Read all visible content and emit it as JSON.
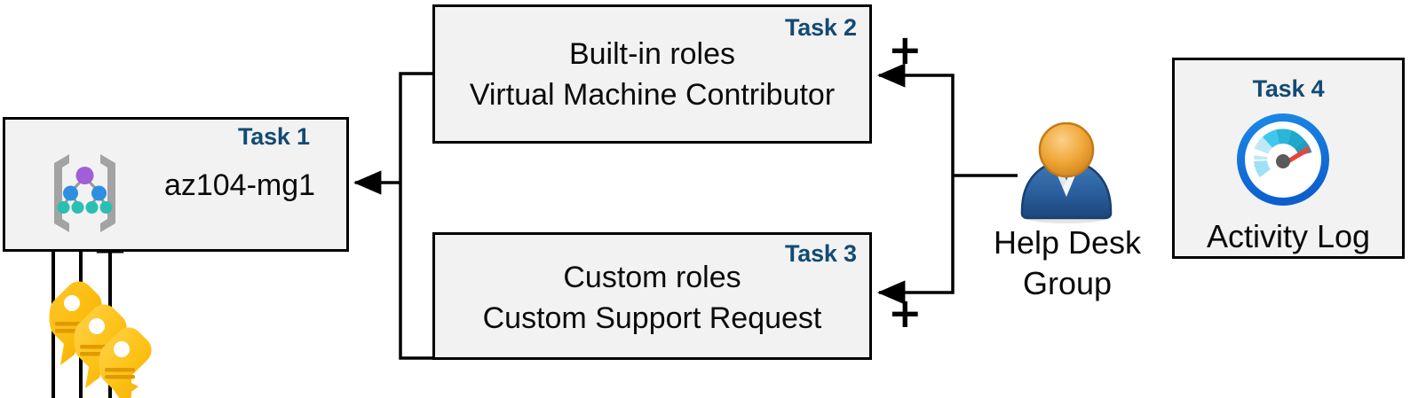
{
  "diagram": {
    "title": "Azure RBAC task diagram",
    "accent_color": "#124B73",
    "box_fill": "#F2F2F2",
    "box_border": "#000000",
    "line_color": "#000000"
  },
  "boxes": [
    {
      "id": "task1",
      "task_label": "Task 1",
      "text": "az104-mg1",
      "icon": "management-group-icon"
    },
    {
      "id": "task2",
      "task_label": "Task 2",
      "line1": "Built-in roles",
      "line2": "Virtual Machine Contributor"
    },
    {
      "id": "task3",
      "task_label": "Task 3",
      "line1": "Custom roles",
      "line2": "Custom Support Request"
    },
    {
      "id": "task4",
      "task_label": "Task 4",
      "text": "Activity Log",
      "icon": "activity-log-gauge-icon"
    }
  ],
  "actor": {
    "label_line1": "Help Desk",
    "label_line2": "Group",
    "icon": "user-group-icon"
  },
  "keys": {
    "icon": "three-keys-icon",
    "count": 3
  },
  "operators": {
    "plus_top": "+",
    "plus_bottom": "+"
  }
}
